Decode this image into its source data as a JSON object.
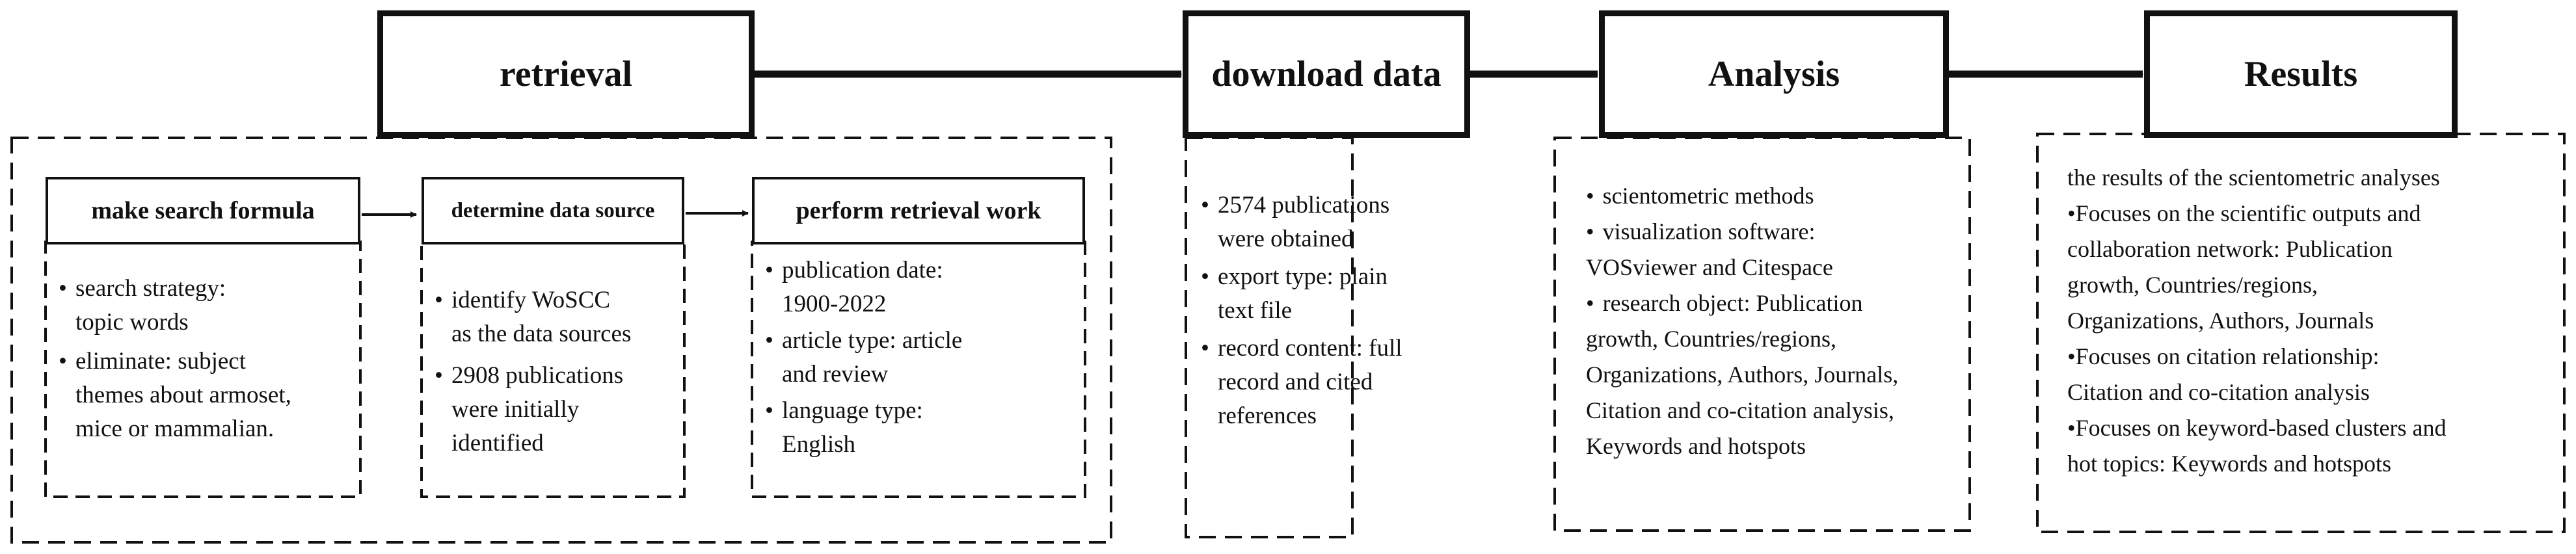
{
  "main_steps": {
    "retrieval": "retrieval",
    "download": "download data",
    "analysis": "Analysis",
    "results": "Results"
  },
  "retrieval_steps": {
    "search": {
      "title": "make search formula",
      "bullets": [
        [
          "search strategy:",
          "topic words"
        ],
        [
          "eliminate: subject",
          "themes about armoset,",
          "mice or mammalian."
        ]
      ]
    },
    "source": {
      "title": "determine data source",
      "bullets": [
        [
          "identify WoSCC",
          "as the data sources"
        ],
        [
          "2908 publications",
          "were initially",
          "identified"
        ]
      ]
    },
    "perform": {
      "title": "perform retrieval work",
      "bullets": [
        [
          "publication date:",
          "1900-2022"
        ],
        [
          "article type: article",
          "and review"
        ],
        [
          "language type:",
          "English"
        ]
      ]
    }
  },
  "download_details": {
    "bullets": [
      [
        "2574 publications",
        "were obtained"
      ],
      [
        "export type: plain",
        "text file"
      ],
      [
        "record content: full",
        "record and cited",
        "references"
      ]
    ]
  },
  "analysis_details": {
    "bullets": [
      [
        "scientometric methods"
      ],
      [
        "visualization software:",
        "VOSviewer and Citespace"
      ],
      [
        "research object: Publication",
        "growth, Countries/regions,",
        "Organizations, Authors, Journals,",
        "Citation and co-citation analysis,",
        "Keywords and hotspots"
      ]
    ]
  },
  "results_details": {
    "lines": [
      "the results of the scientometric analyses",
      "•Focuses on the scientific outputs and",
      "collaboration network: Publication",
      "growth, Countries/regions,",
      "Organizations, Authors, Journals",
      "•Focuses on citation relationship:",
      "Citation and co-citation analysis",
      "•Focuses on keyword-based clusters and",
      "hot topics: Keywords and hotspots"
    ]
  }
}
